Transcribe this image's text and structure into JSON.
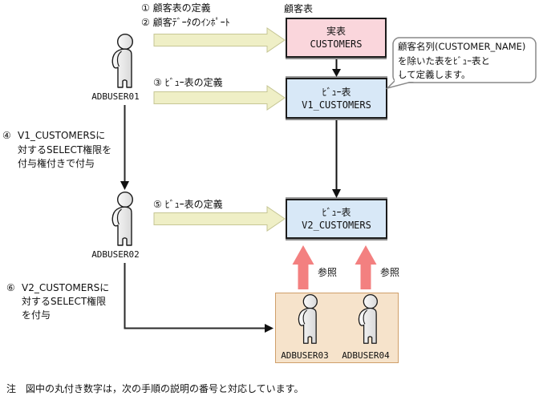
{
  "steps": {
    "s12": "① 顧客表の定義\n② 顧客ﾃﾞｰﾀのｲﾝﾎﾟｰﾄ",
    "s3": "③ ﾋﾞｭｰ表の定義",
    "s4_num": "④",
    "s4_text": "V1_CUSTOMERSに\n対するSELECT権限を\n付与権付きで付与",
    "s5": "⑤ ﾋﾞｭｰ表の定義",
    "s6_num": "⑥",
    "s6_text": "V2_CUSTOMERSに\n対するSELECT権限\nを付与"
  },
  "tables": {
    "group_label": "顧客表",
    "real_table": {
      "type": "実表",
      "name": "CUSTOMERS"
    },
    "view1": {
      "type": "ﾋﾞｭｰ表",
      "name": "V1_CUSTOMERS"
    },
    "view2": {
      "type": "ﾋﾞｭｰ表",
      "name": "V2_CUSTOMERS"
    }
  },
  "users": {
    "u1": "ADBUSER01",
    "u2": "ADBUSER02",
    "u3": "ADBUSER03",
    "u4": "ADBUSER04"
  },
  "callout": {
    "text": "顧客名列(CUSTOMER_NAME)\nを除いた表をﾋﾞｭｰ表と\nして定義します。"
  },
  "references": {
    "r1": "参照",
    "r2": "参照"
  },
  "note": "注　図中の丸付き数字は，次の手順の説明の番号と対応しています。",
  "colors": {
    "real_table_fill": "#fad6dc",
    "view_table_fill": "#d8e8f7",
    "users_box_fill": "#f6e3cb",
    "users_box_border": "#cf9f6a",
    "define_arrow_fill": "#efefc6",
    "define_arrow_stroke": "#c6c694",
    "reference_arrow_fill": "#f38080",
    "box_border": "#1c1c1c"
  }
}
